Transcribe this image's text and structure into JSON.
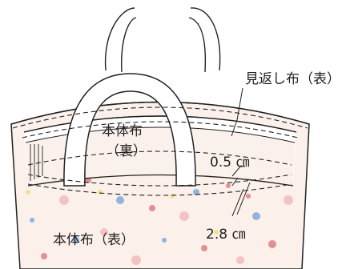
{
  "labels": {
    "facing_fabric_outer": "見返し布（表）",
    "body_fabric_inner_line1": "本体布",
    "body_fabric_inner_line2": "（裏）",
    "body_fabric_outer": "本体布（表）",
    "stitch_margin_top": "0.5 ㎝",
    "stitch_margin_bottom": "2.8 ㎝"
  },
  "colors": {
    "line": "#222222",
    "fabric": "#fbf0ea",
    "inside": "#ffffff",
    "motif_blue": "#6f9fd8",
    "motif_red": "#d9656d",
    "motif_pink": "#f3b7bc",
    "motif_yellow": "#f2dc7a"
  }
}
